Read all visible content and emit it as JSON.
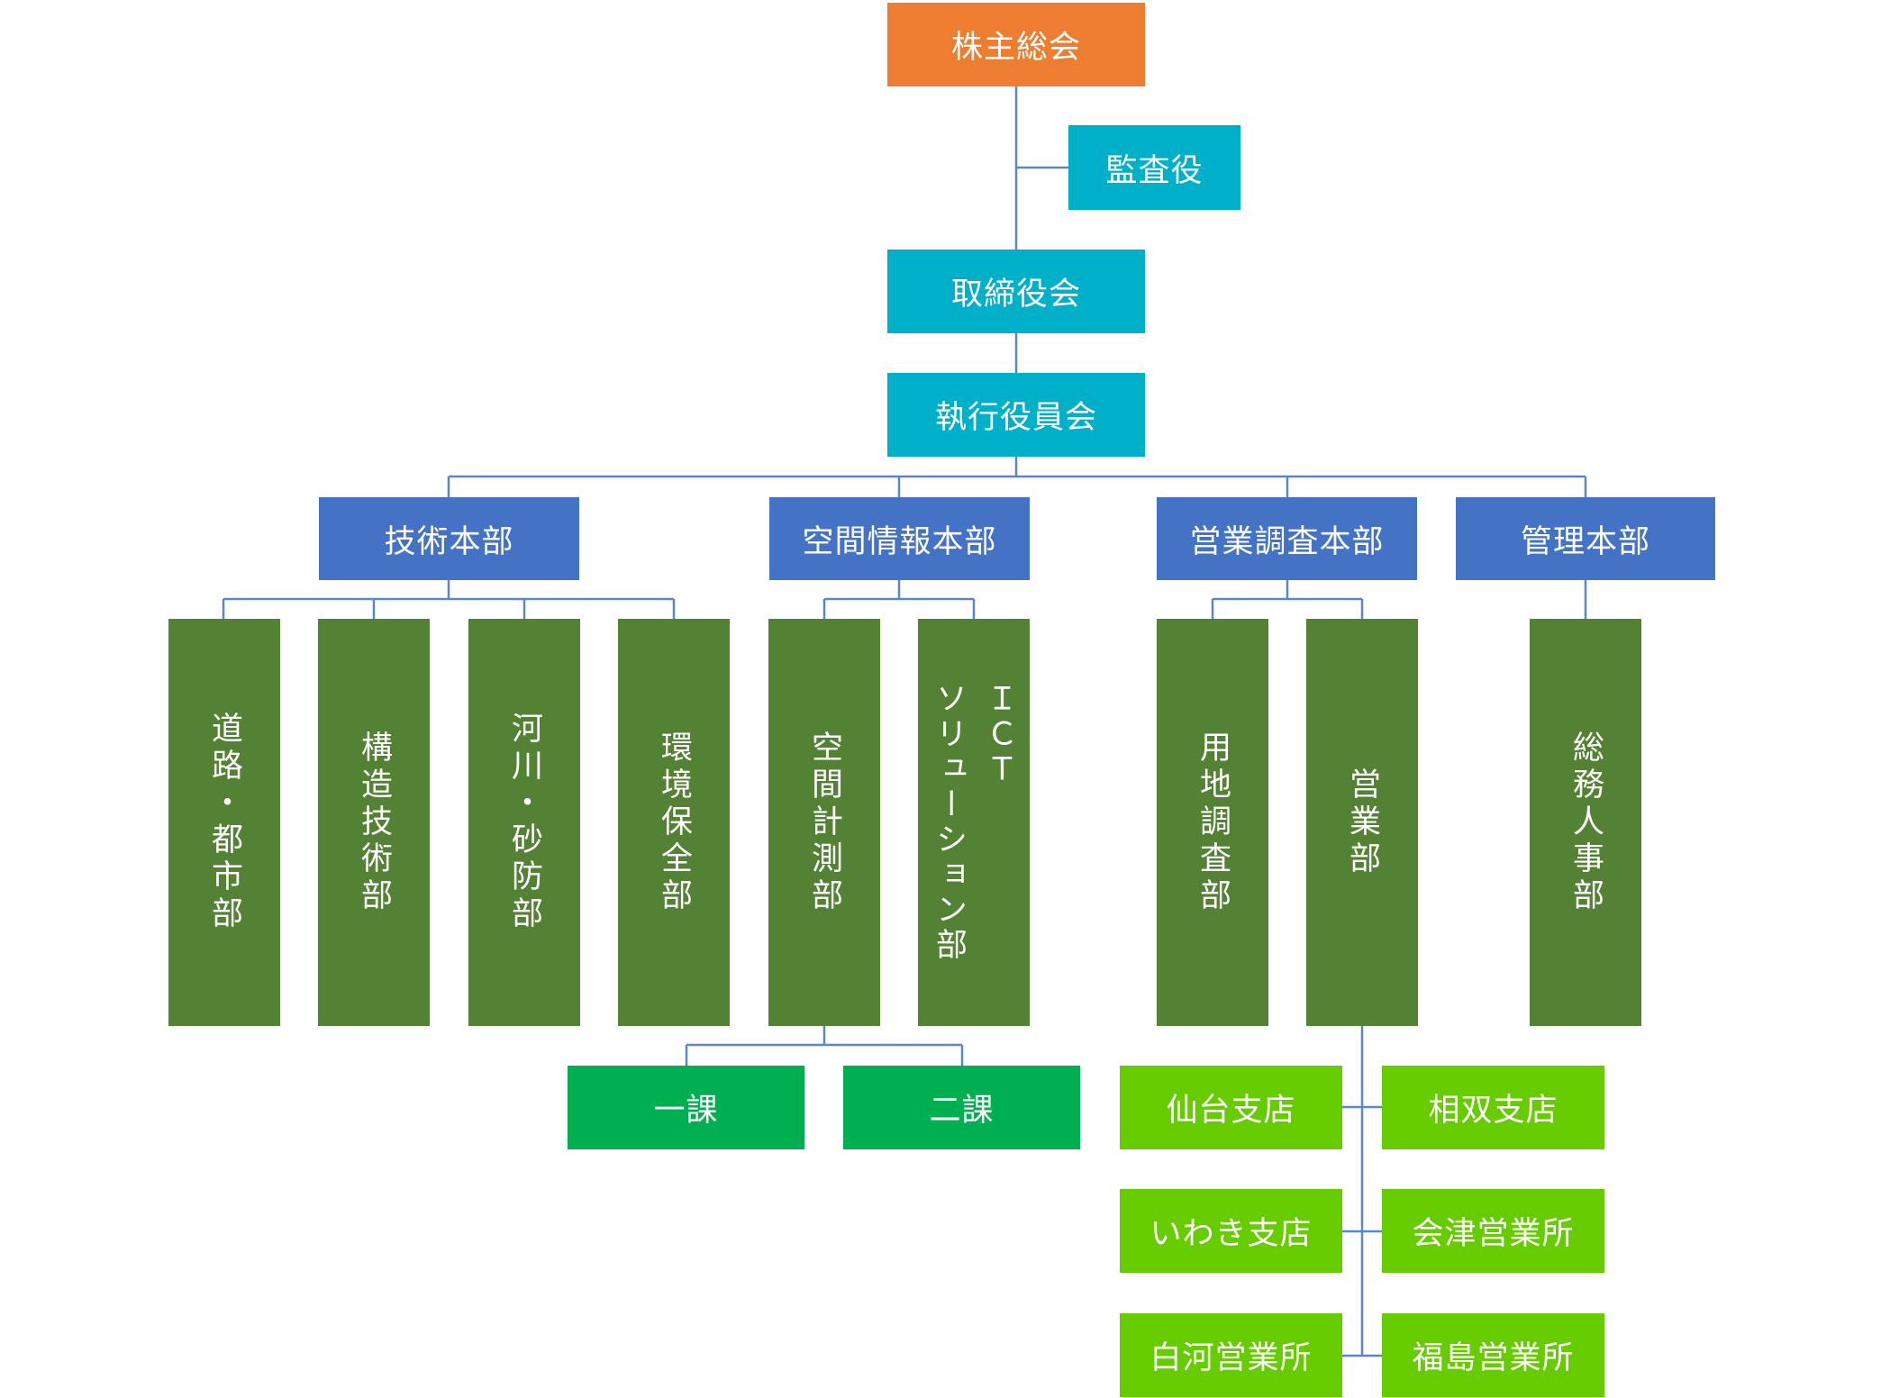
{
  "colors": {
    "shareholders": "#ed7d31",
    "board": "#00b0c8",
    "division": "#4472c4",
    "department": "#548235",
    "section": "#00b050",
    "branch": "#66cc00",
    "connector": "#5b87c5"
  },
  "top": {
    "shareholders": "株主総会",
    "auditor": "監査役",
    "board": "取締役会",
    "executive": "執行役員会"
  },
  "divisions": {
    "technology": "技術本部",
    "spatial_info": "空間情報本部",
    "sales_survey": "営業調査本部",
    "management": "管理本部"
  },
  "departments": {
    "road_city": "道路・都市部",
    "structure": "構造技術部",
    "river_sabo": "河川・砂防部",
    "environment": "環境保全部",
    "spatial_survey": "空間計測部",
    "ict_solution": "ＩＣＴ\nソリューション部",
    "land_survey": "用地調査部",
    "sales": "営業部",
    "general_affairs": "総務人事部"
  },
  "sections": {
    "first": "一課",
    "second": "二課"
  },
  "branches": {
    "sendai": "仙台支店",
    "soso": "相双支店",
    "iwaki": "いわき支店",
    "aizu": "会津営業所",
    "shirakawa": "白河営業所",
    "fukushima": "福島営業所"
  }
}
